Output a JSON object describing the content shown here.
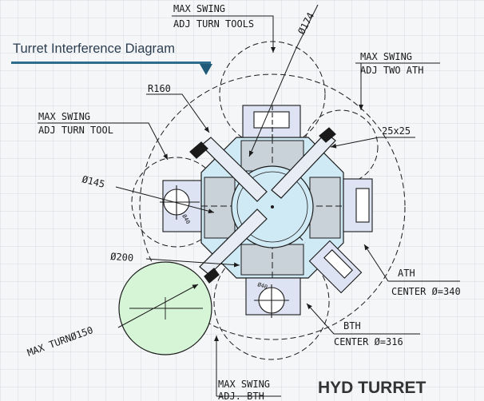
{
  "title": "Turret Interference Diagram",
  "footer": "HYD TURRET",
  "callouts": {
    "top_swing_1": "MAX SWING",
    "top_swing_2": "ADJ TURN TOOLS",
    "dia174": "Ø174",
    "right_swing_1": "MAX SWING",
    "right_swing_2": "ADJ TWO ATH",
    "r160": "R160",
    "left_swing_1": "MAX SWING",
    "left_swing_2": "ADJ TURN TOOL",
    "size25": "25x25",
    "dia145": "Ø145",
    "dia200": "Ø200",
    "ath_1": "ATH",
    "ath_2": "CENTER Ø=340",
    "bth_1": "BTH",
    "bth_2": "CENTER Ø=316",
    "max_turn": "MAX TURNØ150",
    "bottom_swing_1": "MAX SWING",
    "bottom_swing_2": "ADJ. BTH",
    "mark_40_left": "Ø40",
    "mark_40_bottom": "Ø40"
  },
  "colors": {
    "turret_fill": "#cfe9f5",
    "tool_fill": "#dde3f2",
    "circle_fill": "#d6f5d6",
    "line": "#1a1a1a",
    "title_rule": "#2f6d8c"
  }
}
